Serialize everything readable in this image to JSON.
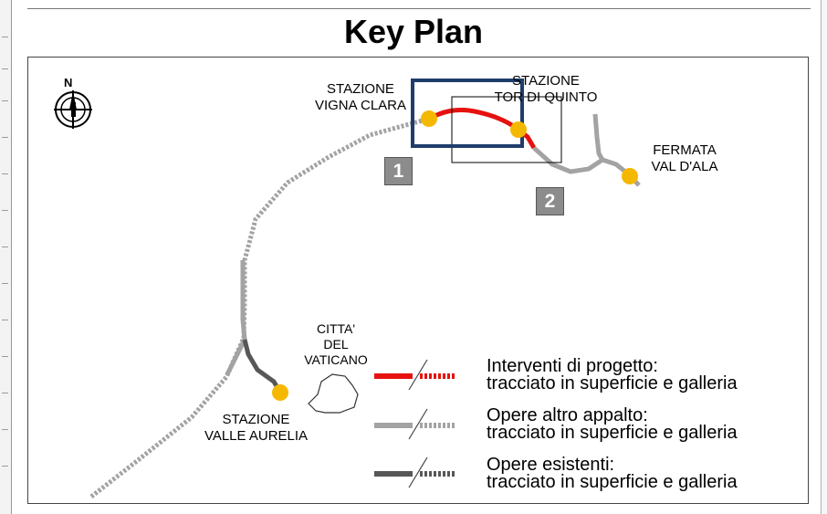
{
  "title": "Key Plan",
  "compass": {
    "label": "N"
  },
  "stations": {
    "vigna_clara": {
      "line1": "STAZIONE",
      "line2": "VIGNA CLARA"
    },
    "tor_di_quinto": {
      "line1": "STAZIONE",
      "line2": "TOR DI QUINTO"
    },
    "val_d_ala": {
      "line1": "FERMATA",
      "line2": "VAL D'ALA"
    },
    "valle_aurelia": {
      "line1": "STAZIONE",
      "line2": "VALLE AURELIA"
    }
  },
  "vatican": {
    "line1": "CITTA'",
    "line2": "DEL",
    "line3": "VATICANO"
  },
  "badges": [
    "1",
    "2"
  ],
  "legend": [
    {
      "title": "Interventi di progetto:",
      "subtitle": "tracciato in superficie e galleria",
      "color": "#e5120f"
    },
    {
      "title": "Opere altro appalto:",
      "subtitle": "tracciato in superficie e galleria",
      "color": "#a3a3a3"
    },
    {
      "title": "Opere esistenti:",
      "subtitle": "tracciato in superficie e galleria",
      "color": "#575757"
    }
  ],
  "colors": {
    "station_dot": "#f5b800",
    "highlight_box": "#1f3d6b",
    "project_line": "#e5120f",
    "other_line": "#a3a3a3",
    "existing_line": "#575757"
  }
}
